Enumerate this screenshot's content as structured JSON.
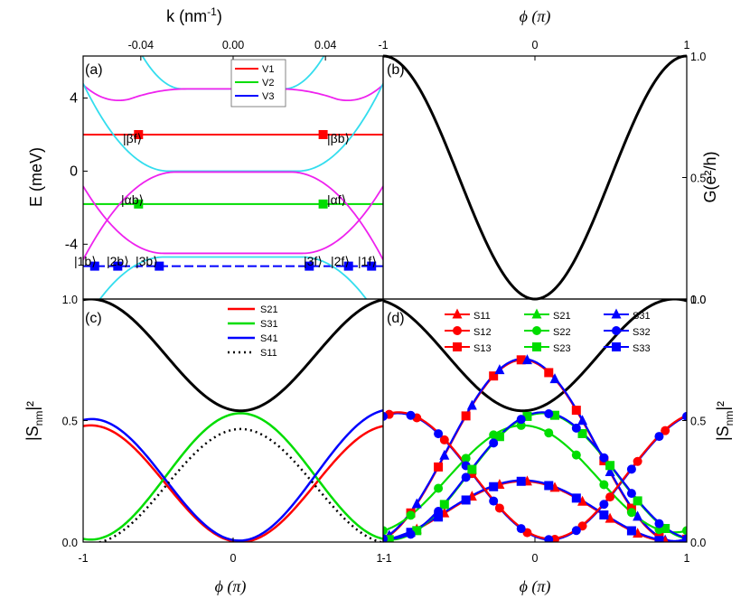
{
  "colors": {
    "red": "#ff0000",
    "green": "#00dd00",
    "blue": "#0000ff",
    "black": "#000000",
    "magenta": "#ee22ee",
    "cyan": "#33ddee"
  },
  "axes": {
    "top_left_xlabel": "k (nm",
    "top_left_xlabel_sup": "-1",
    "top_left_xlabel_tail": ")",
    "top_right_xlabel": "ϕ (π)",
    "bottom_left_xlabel": "ϕ (π)",
    "bottom_right_xlabel": "ϕ (π)",
    "a_ylabel": "E (meV)",
    "b_ylabel": "G(e²/h)",
    "c_ylabel": "|S",
    "c_ylabel_sub": "nm",
    "c_ylabel_tail": "|²",
    "d_ylabel": "|S",
    "d_ylabel_sub": "nm",
    "d_ylabel_tail": "|²"
  },
  "chart_data": [
    {
      "panel": "(a)",
      "type": "line",
      "x_axis": "k",
      "xlim": [
        -0.065,
        0.065
      ],
      "ylim": [
        -7,
        6.3
      ],
      "xticks": [
        "-0.04",
        "0.00",
        "0.04"
      ],
      "yticks": [
        "4",
        "0",
        "-4"
      ],
      "legend": [
        "V1",
        "V2",
        "V3"
      ],
      "legend_position": "top-center",
      "series": [
        {
          "name": "V1",
          "level": 2
        },
        {
          "name": "V2",
          "level": -1.8
        },
        {
          "name": "V3",
          "level": -5.2
        }
      ],
      "state_labels": [
        "|βf⟩",
        "|βb⟩",
        "|αb⟩",
        "|αf⟩",
        "|1b⟩",
        "|2b⟩",
        "|3b⟩",
        "|3f⟩",
        "|2f⟩",
        "|1f⟩"
      ]
    },
    {
      "panel": "(b)",
      "type": "line",
      "xlim": [
        -1,
        1
      ],
      "ylim": [
        0,
        1
      ],
      "xticks": [
        "-1",
        "0",
        "1"
      ],
      "yticks": [
        "1.0",
        "0.5",
        "0.0"
      ],
      "series": [
        {
          "name": "G",
          "formula": "0.5*(1-cos(pi*phi))"
        }
      ]
    },
    {
      "panel": "(c)",
      "type": "line",
      "xlim": [
        -1,
        1
      ],
      "ylim": [
        0,
        1
      ],
      "xticks": [
        "-1",
        "0",
        "1"
      ],
      "yticks": [
        "1.0",
        "0.5",
        "0.0"
      ],
      "legend": [
        "S21",
        "S31",
        "S41",
        "S11"
      ],
      "legend_position": "top-center",
      "series": [
        {
          "name": "S21",
          "x": [
            -1,
            -0.5,
            0,
            0.5,
            1
          ],
          "y": [
            0.48,
            0.27,
            0.01,
            0.25,
            0.48
          ]
        },
        {
          "name": "S31",
          "x": [
            -1,
            -0.5,
            0,
            0.5,
            1
          ],
          "y": [
            0.01,
            0.27,
            0.53,
            0.27,
            0.01
          ]
        },
        {
          "name": "S41",
          "x": [
            -1,
            -0.5,
            0,
            0.5,
            1
          ],
          "y": [
            0.52,
            0.27,
            0.01,
            0.27,
            0.52
          ]
        },
        {
          "name": "S11",
          "x": [
            -1,
            -0.5,
            0,
            0.5,
            1
          ],
          "y": [
            0.0,
            0.22,
            0.46,
            0.22,
            0.0
          ]
        },
        {
          "name": "",
          "x": [
            -1,
            -0.5,
            0,
            0.5,
            1
          ],
          "y": [
            1.0,
            0.77,
            0.54,
            0.77,
            1.0
          ]
        }
      ]
    },
    {
      "panel": "(d)",
      "type": "line",
      "xlim": [
        -1,
        1
      ],
      "ylim": [
        0,
        1
      ],
      "xticks": [
        "-1",
        "0",
        "1"
      ],
      "yticks": [
        "1.0",
        "0.5",
        "0.0"
      ],
      "legend": [
        "S11",
        "S21",
        "S31",
        "S12",
        "S22",
        "S32",
        "S13",
        "S23",
        "S33"
      ],
      "legend_position": "top",
      "series": [
        {
          "name": "S11",
          "peak": 0.25
        },
        {
          "name": "S21",
          "peak": 0.52
        },
        {
          "name": "S31",
          "peak": 0.75
        },
        {
          "name": "S12",
          "peak": 0.52
        },
        {
          "name": "S22",
          "peak": 0.48
        },
        {
          "name": "S32",
          "peak": 0.5
        },
        {
          "name": "S13",
          "peak": 0.75
        },
        {
          "name": "S23",
          "peak": 0.52
        },
        {
          "name": "S33",
          "peak": 0.25
        }
      ]
    }
  ]
}
